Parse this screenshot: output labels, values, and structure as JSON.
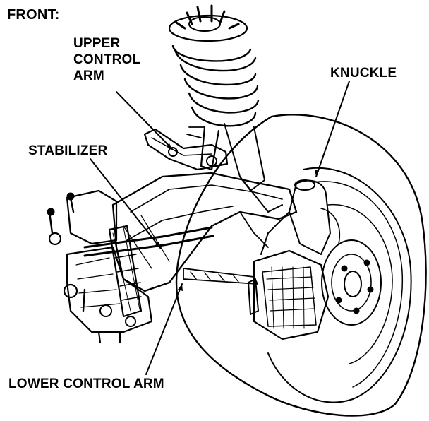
{
  "figure": {
    "title": "FRONT:",
    "labels": {
      "upper_control_arm": [
        "UPPER",
        "CONTROL",
        "ARM"
      ],
      "knuckle": "KNUCKLE",
      "stabilizer": "STABILIZER",
      "lower_control_arm": "LOWER CONTROL ARM"
    }
  },
  "colors": {
    "ink": "#000000",
    "paper": "#ffffff"
  }
}
